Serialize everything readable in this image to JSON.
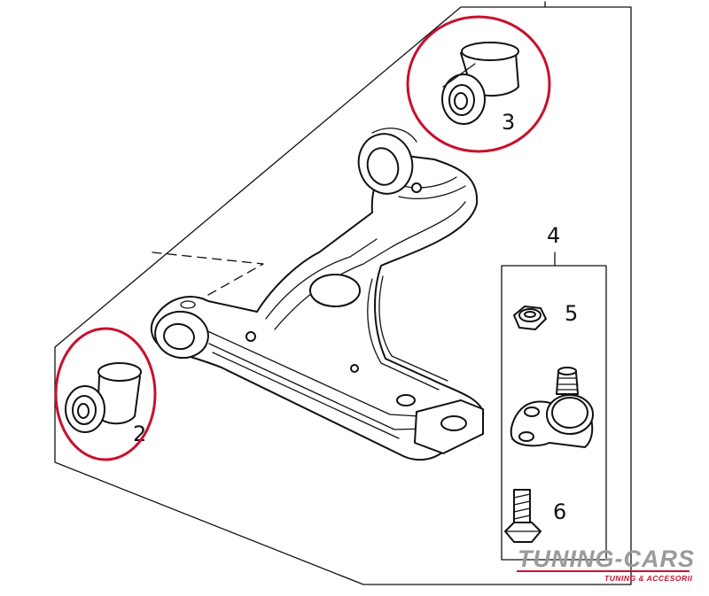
{
  "diagram": {
    "callouts": {
      "c2": "2",
      "c3": "3",
      "c4": "4",
      "c5": "5",
      "c6": "6"
    },
    "parts": [
      {
        "label": "2",
        "icon": "bushing-icon"
      },
      {
        "label": "3",
        "icon": "bushing-icon"
      },
      {
        "label": "5",
        "icon": "nut-icon"
      },
      {
        "label": "6",
        "icon": "bolt-icon"
      }
    ],
    "highlight_color": "#c8102e"
  },
  "watermark": {
    "brand": "TUNING-CARS",
    "tagline": "TUNING & ACCESORII",
    "color_primary": "#c8102e",
    "color_secondary": "#9a9a9a"
  }
}
